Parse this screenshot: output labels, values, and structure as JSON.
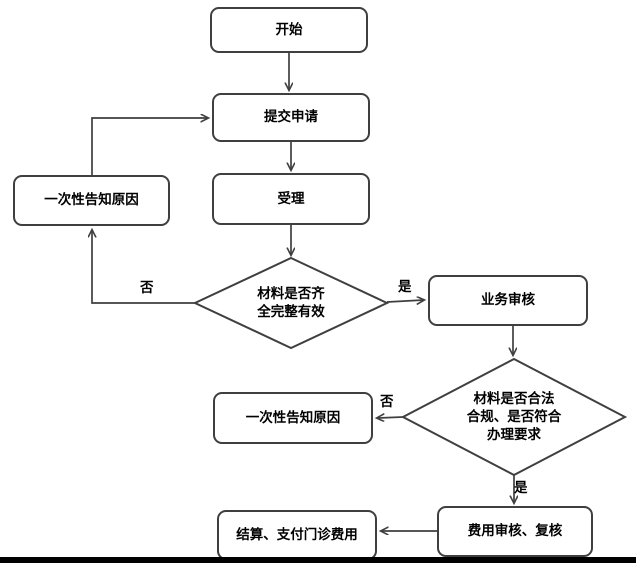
{
  "flowchart": {
    "nodes": {
      "start": {
        "label": "开始"
      },
      "submit": {
        "label": "提交申请"
      },
      "accept": {
        "label": "受理"
      },
      "notify1": {
        "label": "一次性告知原因"
      },
      "decision1": {
        "label": "材料是否齐\n全完整有效"
      },
      "review": {
        "label": "业务审核"
      },
      "decision2": {
        "label": "材料是否合法\n合规、是否符合\n办理要求"
      },
      "notify2": {
        "label": "一次性告知原因"
      },
      "fee_review": {
        "label": "费用审核、复核"
      },
      "settle": {
        "label": "结算、支付门诊费用"
      }
    },
    "edge_labels": {
      "decision1_no": "否",
      "decision1_yes": "是",
      "decision2_no": "否",
      "decision2_yes": "是"
    },
    "colors": {
      "stroke": "#3f3f3f",
      "text": "#000000",
      "background": "#ffffff",
      "bottom_bar": "#000000"
    }
  }
}
